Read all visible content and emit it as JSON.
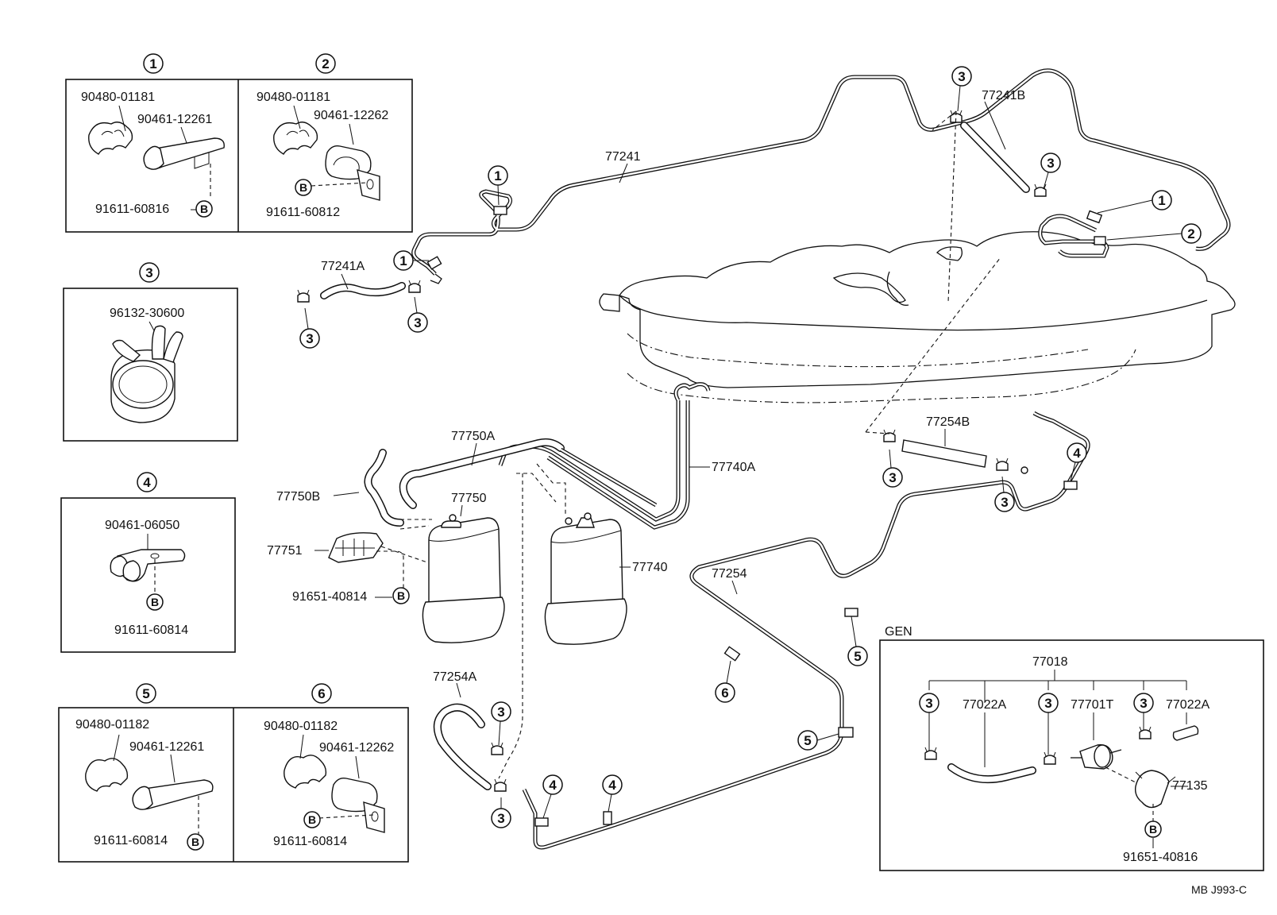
{
  "callouts": {
    "c1": "1",
    "c2": "2",
    "c3": "3",
    "c4": "4",
    "c5": "5",
    "c6": "6",
    "b": "B"
  },
  "panel1": {
    "a": "90480-01181",
    "b": "90461-12261",
    "c": "91611-60816"
  },
  "panel2": {
    "a": "90480-01181",
    "b": "90461-12262",
    "c": "91611-60812"
  },
  "panel3": {
    "a": "96132-30600"
  },
  "panel4": {
    "a": "90461-06050",
    "c": "91611-60814"
  },
  "panel5": {
    "a": "90480-01182",
    "b": "90461-12261",
    "c": "91611-60814"
  },
  "panel6": {
    "a": "90480-01182",
    "b": "90461-12262",
    "c": "91611-60814"
  },
  "parts": {
    "p77241": "77241",
    "p77241A": "77241A",
    "p77241B": "77241B",
    "p77750A": "77750A",
    "p77750B": "77750B",
    "p77750": "77750",
    "p77751": "77751",
    "p91651_40814": "91651-40814",
    "p77740": "77740",
    "p77740A": "77740A",
    "p77254B": "77254B",
    "p77254": "77254",
    "p77254A": "77254A"
  },
  "gen": {
    "title": "GEN",
    "p77018": "77018",
    "p77022A_1": "77022A",
    "p77701T": "77701T",
    "p77022A_2": "77022A",
    "p77135": "77135",
    "p91651_40816": "91651-40816"
  },
  "footer": {
    "code": "MB  J993-C"
  }
}
